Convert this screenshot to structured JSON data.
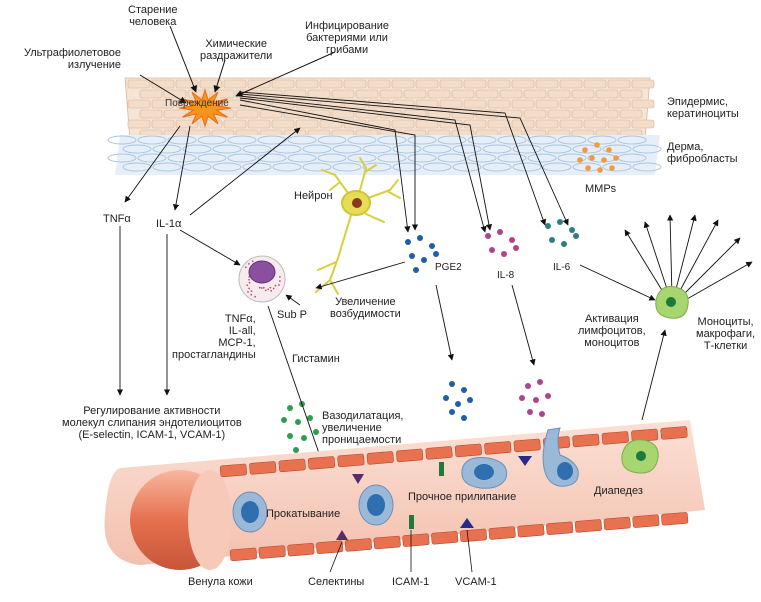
{
  "labels": {
    "aging": "Старение\nчеловека",
    "infection": "Инфицирование\nбактериями или\nгрибами",
    "chemical": "Химические\nраздражители",
    "uv": "Ультрафиолетовое\nизлучение",
    "damage": "Повреждение",
    "epidermis": "Эпидермис,\nкератиноциты",
    "dermis": "Дерма,\nфибробласты",
    "mmps": "MMPs",
    "neuron": "Нейрон",
    "tnfa": "TNFα",
    "il1a": "IL-1α",
    "pge2": "PGE2",
    "il8": "IL-8",
    "il6": "IL-6",
    "excitability": "Увеличение\nвозбудимости",
    "subp": "Sub P",
    "mast_products": "TNFα,\nIL-all,\nMCP-1,\nпростагландины",
    "histamine": "Гистамин",
    "regulation": "Регулирование активности\nмолекул слипания эндотелиоцитов\n(E-selectin, ICAM-1, VCAM-1)",
    "vasodilation": "Вазодилатация,\nувеличение\nпроницаемости",
    "activation": "Активация\nлимфоцитов,\nмоноцитов",
    "monocytes": "Моноциты,\nмакрофаги,\nТ-клетки",
    "rolling": "Прокатывание",
    "adhesion": "Прочное прилипание",
    "diapedesis": "Диапедез",
    "venule": "Венула кожи",
    "selectins": "Селектины",
    "icam": "ICAM-1",
    "vcam": "VCAM-1"
  },
  "colors": {
    "damage_star": "#f7941d",
    "epidermis": "#f3dcc8",
    "dermis_cells": "#a9c4e0",
    "vessel_wall": "#e8714f",
    "vessel_inner": "#f4c4b5",
    "leukocyte": "#9ab9d8",
    "leukocyte_nucleus": "#2f6fb0",
    "pge2_dots": "#1f5fa8",
    "il8_dots": "#b0438f",
    "il6_dots": "#2e7f85",
    "mmps_dots": "#f39a3a",
    "histamine_dots": "#2e9e4f",
    "neuron": "#e3db4a",
    "mast_cell_nucleus": "#8a4f9e",
    "monocyte": "#a7d56f",
    "selectin": "#5a2a6d",
    "icam": "#1f7a3a",
    "vcam": "#2a2a8a"
  }
}
